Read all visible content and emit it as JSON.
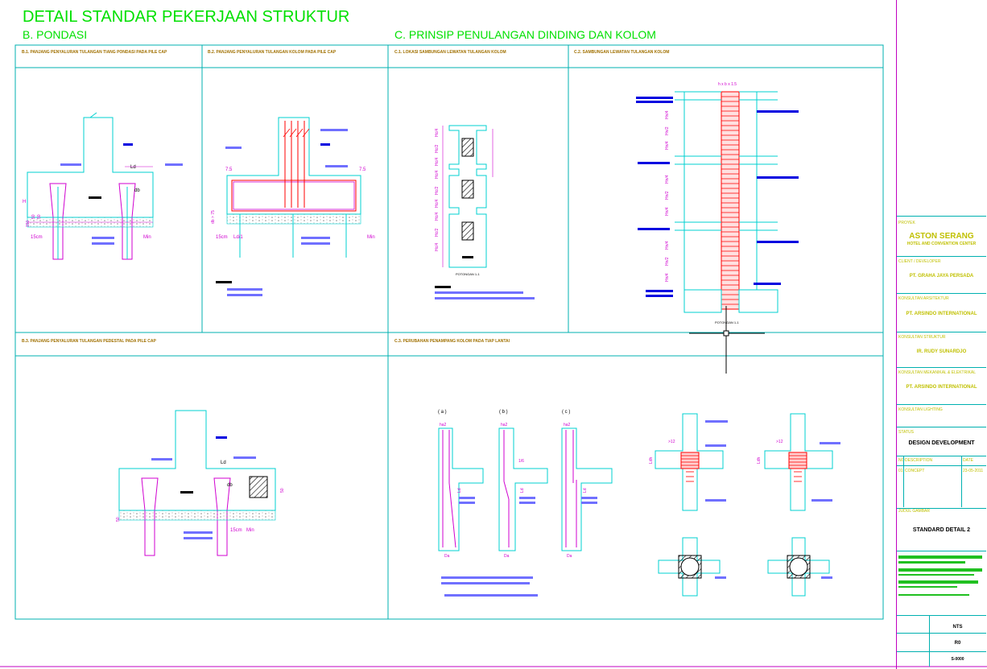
{
  "sheet": {
    "title": "DETAIL STANDAR PEKERJAAN STRUKTUR",
    "section_b": "B.  PONDASI",
    "section_c": "C.  PRINSIP PENULANGAN DINDING DAN KOLOM"
  },
  "panels": {
    "b1": "B.1. PANJANG PENYALURAN TULANGAN TIANG PONDASI PADA PILE CAP",
    "b2": "B.2. PANJANG PENYALURAN TULANGAN KOLOM PADA PILE CAP",
    "b3": "B.3. PANJANG PENYALURAN TULANGAN PEDESTAL PADA PILE CAP",
    "c1": "C.1. LOKASI SAMBUNGAN LEWATAN TULANGAN KOLOM",
    "c2": "C.2. SAMBUNGAN LEWATAN TULANGAN KOLOM",
    "c3": "C.3. PERUBAHAN PENAMPANG KOLOM PADA TIAP LANTAI"
  },
  "drawing": {
    "b1": {
      "pile_left": "15cm",
      "ld": "Ld",
      "db": "db",
      "min": "Min",
      "bar_a": "50",
      "bar_b": "50",
      "bar_c": "150",
      "h": "H"
    },
    "b2": {
      "d75a": "7.5",
      "d75b": "7.5",
      "pile_left": "15cm",
      "ld": "Ld/1",
      "min": "Min",
      "dim_a": "db > 75"
    },
    "b3": {
      "pile_right": "15cm",
      "ld": "Ld",
      "db": "db",
      "min": "Min",
      "bar_a": "50",
      "bar_b": "50"
    },
    "c1": {
      "dims": [
        "Hc/4",
        "Hc/2",
        "Hc/4",
        "Hc/4",
        "Hc/2",
        "Hc/4",
        "Hc/4",
        "Hc/2",
        "Hc/4"
      ],
      "caption": "POTONGAN 1-1"
    },
    "c2": {
      "top_label": "h x b x 1.5",
      "dims": [
        "Hn/4",
        "Hn/2",
        "Hn/4",
        "Hn/4",
        "Hn/2",
        "Hn/4",
        "Hn/4",
        "Hn/2",
        "Hn/4"
      ],
      "caption": "POTONGAN 1-1"
    },
    "c3": {
      "cases": [
        "( a )",
        "( b )",
        "( c )"
      ],
      "sizes": [
        "Da",
        "Da",
        "Da"
      ],
      "upper": [
        "ha2",
        "ha2",
        "ha2"
      ],
      "slope": "1/6",
      "lap": [
        "Ld",
        "Ld",
        "Ld"
      ],
      "joint_top": [
        ">12",
        ">12"
      ],
      "joint_ld": [
        "Ldh",
        "Ldh"
      ]
    }
  },
  "titleblock": {
    "project_label": "PROYEK",
    "project": "ASTON SERANG",
    "project_sub": "HOTEL AND CONVENTION CENTER",
    "client_label": "CLIENT / DEVELOPER",
    "client": "PT. GRAHA JAYA PERSADA",
    "architect_label": "KONSULTAN ARSITEKTUR",
    "architect": "PT. ARSINDO INTERNATIONAL",
    "structure_label": "KONSULTAN STRUKTUR",
    "structure": "IR. RUDY SUNARDJO",
    "mep_label": "KONSULTAN MEKANIKAL & ELEKTRIKAL",
    "mep": "PT. ARSINDO INTERNATIONAL",
    "lighting_label": "KONSULTAN LIGHTING",
    "status_label": "STATUS",
    "status": "DESIGN DEVELOPMENT",
    "rev_headers": [
      "NO",
      "DESCRIPTION",
      "DATE"
    ],
    "rev_row": [
      "01",
      "CONCEPT",
      "23-05-2011"
    ],
    "drawing_title_label": "JUDUL GAMBAR",
    "drawing_title": "STANDARD DETAIL 2",
    "scale": "NTS",
    "rev": "R0",
    "drawing_no": "S-0000"
  },
  "colors": {
    "frame": "#00b0b0",
    "title_green": "#00e000",
    "rebar_red": "#ff0000",
    "magenta": "#d000d0",
    "cyan": "#00d0d0",
    "blue_note": "#0000e0",
    "lavender_note": "#7070ff",
    "olive_text": "#a07000"
  }
}
